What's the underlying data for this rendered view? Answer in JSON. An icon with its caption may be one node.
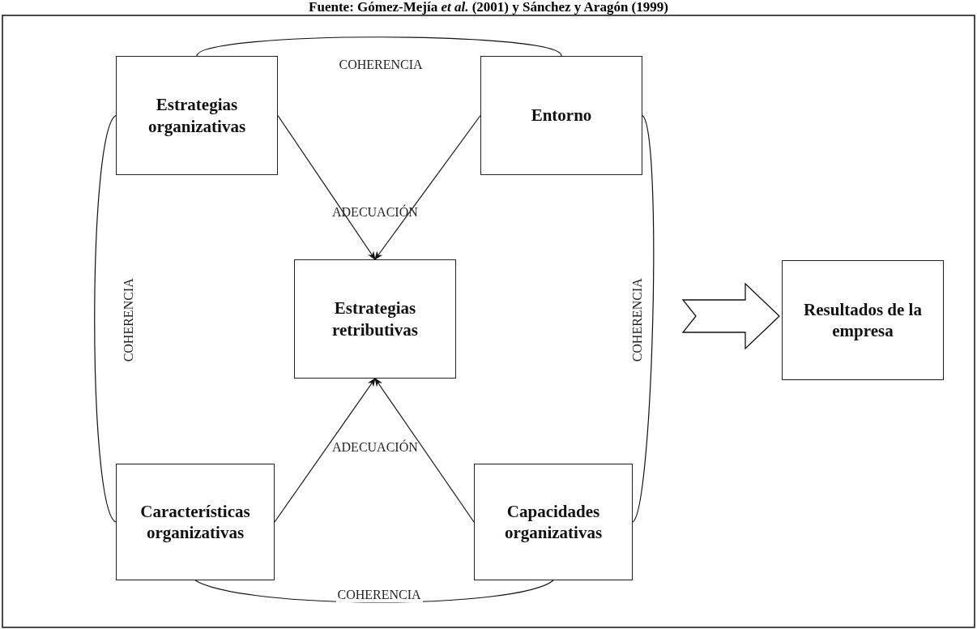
{
  "diagram": {
    "title": "Fuente: Gómez-Mejía *et al.* (2001) y Sánchez y Aragón (1999)",
    "nodes": [
      {
        "text": [
          "Estrategias organizativas"
        ]
      },
      {
        "text": [
          "Entorno"
        ]
      },
      {
        "text": [
          "Estrategias retributivas"
        ]
      },
      {
        "text": [
          "Características organizativas"
        ]
      },
      {
        "text": [
          "Capacidades organizativas"
        ]
      },
      {
        "text": [
          "Resultados de la empresa"
        ]
      }
    ],
    "edges": [
      {
        "from": 0,
        "to": 2,
        "arrow": "to"
      },
      {
        "from": 1,
        "to": 2,
        "arrow": "to"
      },
      {
        "from": 3,
        "to": 2,
        "arrow": "to"
      },
      {
        "from": 4,
        "to": 2,
        "arrow": "to"
      },
      {
        "from": 0,
        "to": 1,
        "arrow": "none",
        "label": "COHERENCIA"
      },
      {
        "from": 0,
        "to": 3,
        "arrow": "none",
        "label": "COHERENCIA"
      },
      {
        "from": 1,
        "to": 4,
        "arrow": "none",
        "label": "COHERENCIA"
      },
      {
        "from": 3,
        "to": 4,
        "arrow": "none",
        "label": "COHERENCIA"
      },
      {
        "from": null,
        "to": 5,
        "arrow": "to",
        "style": "thick"
      }
    ],
    "labels": [
      "ADECUACIÓN",
      "ADECUACIÓN"
    ]
  }
}
